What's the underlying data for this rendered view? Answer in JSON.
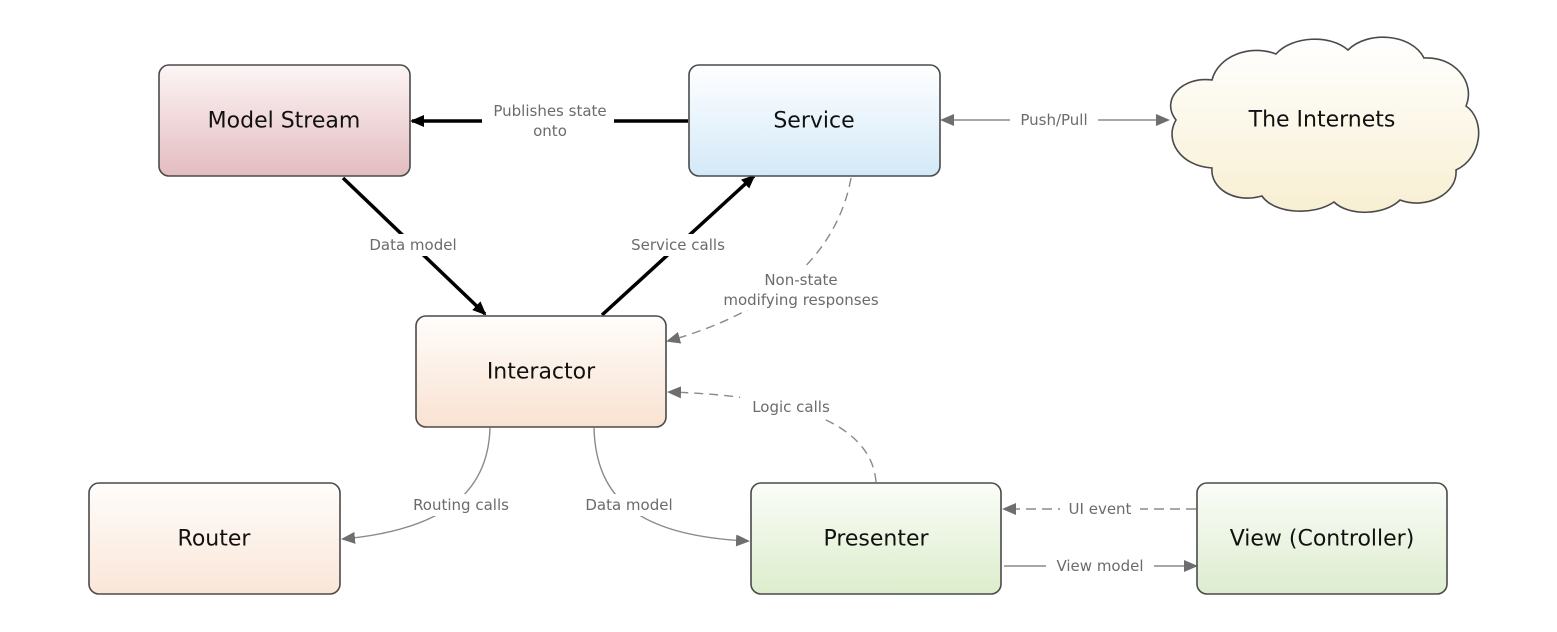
{
  "nodes": {
    "model_stream": "Model Stream",
    "service": "Service",
    "internets": "The Internets",
    "interactor": "Interactor",
    "router": "Router",
    "presenter": "Presenter",
    "view_controller": "View (Controller)"
  },
  "edges": {
    "publishes_line1": "Publishes state",
    "publishes_line2": "onto",
    "push_pull": "Push/Pull",
    "data_model_stream": "Data model",
    "service_calls": "Service calls",
    "non_state_line1": "Non-state",
    "non_state_line2": "modifying responses",
    "logic_calls": "Logic calls",
    "routing_calls": "Routing calls",
    "data_model_presenter": "Data model",
    "ui_event": "UI event",
    "view_model": "View model"
  },
  "colors": {
    "model_stream_fill": "#ebcdd0",
    "service_fill": "#dcedf8",
    "internets_fill": "#fbf6e3",
    "interactor_fill": "#fbe8da",
    "router_fill": "#fbeee5",
    "presenter_fill": "#e2efd7",
    "view_fill": "#e4efd9",
    "strong_edge": "#000000",
    "soft_edge": "#8a8a8a"
  }
}
